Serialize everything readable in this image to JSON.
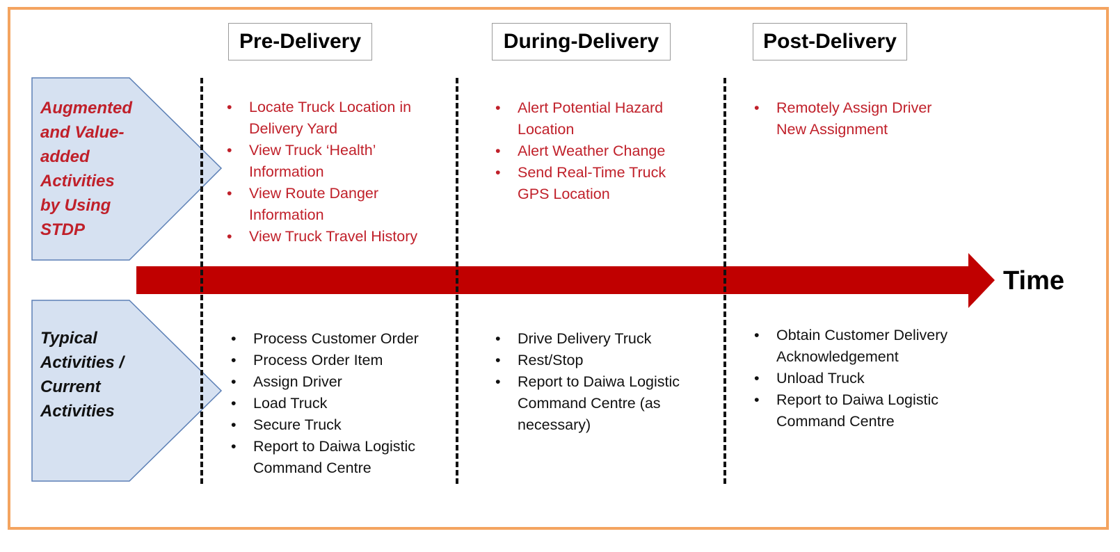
{
  "phases": {
    "pre": "Pre-Delivery",
    "during": "During-Delivery",
    "post": "Post-Delivery"
  },
  "time_label": "Time",
  "rows": {
    "augmented": {
      "label_lines": [
        "Augmented",
        "and Value-",
        "added",
        "Activities",
        "by Using",
        "STDP"
      ],
      "pre": [
        "Locate Truck Location in Delivery Yard",
        "View Truck ‘Health’ Information",
        "View Route Danger Information",
        "View Truck Travel History"
      ],
      "during": [
        "Alert Potential Hazard Location",
        "Alert Weather Change",
        "Send Real-Time Truck GPS Location"
      ],
      "post": [
        "Remotely Assign Driver New Assignment"
      ]
    },
    "typical": {
      "label_lines": [
        "Typical",
        "Activities /",
        "Current",
        "Activities"
      ],
      "pre": [
        "Process Customer Order",
        "Process Order Item",
        "Assign Driver",
        "Load Truck",
        "Secure Truck",
        "Report to Daiwa Logistic Command Centre"
      ],
      "during": [
        "Drive Delivery Truck",
        "Rest/Stop",
        "Report to Daiwa Logistic Command Centre (as necessary)"
      ],
      "post": [
        "Obtain Customer Delivery Acknowledgement",
        "Unload Truck",
        "Report to Daiwa Logistic Command Centre"
      ]
    }
  },
  "colors": {
    "frame": "#f4a460",
    "arrow": "#c00000",
    "label_fill": "#d6e1f1",
    "label_stroke": "#5b7fb5",
    "augmented_text": "#c0202a",
    "typical_text": "#111111"
  }
}
